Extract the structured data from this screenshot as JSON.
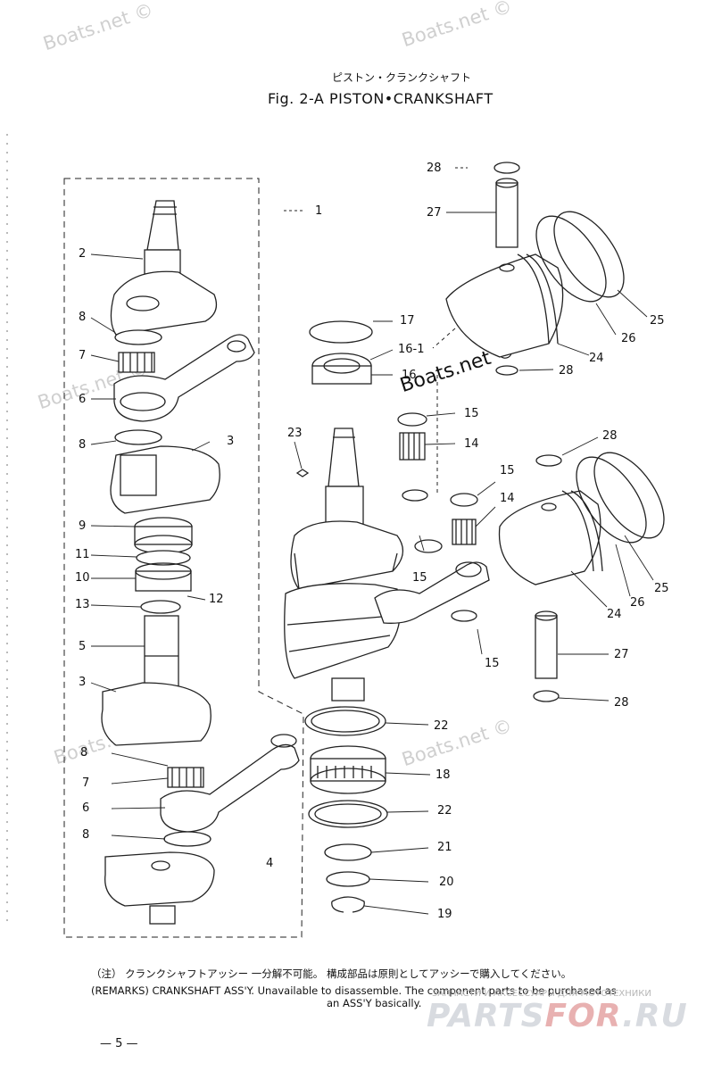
{
  "watermarks": {
    "top_left": "Boats.net ©",
    "top_right": "Boats.net ©",
    "mid_left": "Boats.net ©",
    "center": "Boats.net ©",
    "lower_left": "Boats.net ©",
    "lower_right": "Boats.net ©"
  },
  "header": {
    "jp_title": "ピストン・クランクシャフト",
    "title": "Fig. 2-A   PISTON•CRANKSHAFT"
  },
  "callouts": {
    "c1": "1",
    "c2": "2",
    "c3a": "3",
    "c3b": "3",
    "c4": "4",
    "c5": "5",
    "c6a": "6",
    "c6b": "6",
    "c7a": "7",
    "c7b": "7",
    "c8a": "8",
    "c8b": "8",
    "c8c": "8",
    "c8d": "8",
    "c9": "9",
    "c10": "10",
    "c11": "11",
    "c12": "12",
    "c13": "13",
    "c14a": "14",
    "c14b": "14",
    "c15a": "15",
    "c15b": "15",
    "c15c": "15",
    "c15d": "15",
    "c16": "16",
    "c16_1": "16-1",
    "c17": "17",
    "c18": "18",
    "c19": "19",
    "c20": "20",
    "c21": "21",
    "c22a": "22",
    "c22b": "22",
    "c23": "23",
    "c24a": "24",
    "c24b": "24",
    "c25a": "25",
    "c25b": "25",
    "c26a": "26",
    "c26b": "26",
    "c27a": "27",
    "c27b": "27",
    "c28a": "28",
    "c28b": "28",
    "c28c": "28",
    "c28d": "28"
  },
  "remarks": {
    "jp": "（注） クランクシャフトアッシー 一分解不可能。 構成部品は原則としてアッシーで購入してください。",
    "en_line1": "(REMARKS)  CRANKSHAFT ASS'Y.  Unavailable to disassemble. The component parts to be purchased as",
    "en_line2": "an ASS'Y basically."
  },
  "page_number": "— 5 —",
  "branding": {
    "ru_tagline": "ЗАПЧАСТИ И АКСЕССУАРЫ ДЛЯ МОТОТЕХНИКИ",
    "brand_a": "PARTS",
    "brand_b": "FOR",
    "brand_c": ".RU"
  }
}
